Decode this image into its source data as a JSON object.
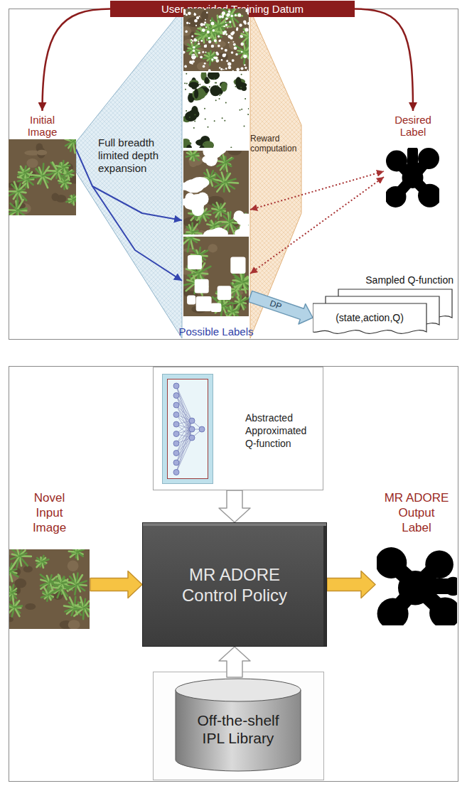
{
  "diagram": {
    "nodes": [
      {
        "text": [
          "User-provided Training Datum"
        ]
      },
      {
        "text": [
          "Initial Image"
        ]
      },
      {
        "text": [
          "Possible Labels"
        ]
      },
      {
        "text": [
          "Desired Label"
        ]
      },
      {
        "text": [
          "Sampled Q-function",
          "(state,action,Q)"
        ]
      },
      {
        "text": [
          "Abstracted Approximated Q-function"
        ]
      },
      {
        "text": [
          "Novel Input Image"
        ]
      },
      {
        "text": [
          "MR ADORE Control Policy"
        ]
      },
      {
        "text": [
          "MR ADORE Output Label"
        ]
      },
      {
        "text": [
          "Off-the-shelf IPL Library"
        ]
      }
    ],
    "edges": [
      {
        "from": 0,
        "to": 1,
        "arrow": "to"
      },
      {
        "from": 0,
        "to": 3,
        "arrow": "to"
      },
      {
        "from": 1,
        "to": 2,
        "arrow": "to"
      },
      {
        "from": 2,
        "to": 3,
        "arrow": "both"
      },
      {
        "from": 2,
        "to": 4,
        "label": "DP",
        "arrow": "to"
      },
      {
        "from": 5,
        "to": 7,
        "arrow": "to"
      },
      {
        "from": 6,
        "to": 7,
        "arrow": "to"
      },
      {
        "from": 7,
        "to": 8,
        "arrow": "to"
      },
      {
        "from": 9,
        "to": 7,
        "arrow": "to"
      }
    ],
    "labels": [
      "Full breadth limited depth expansion",
      "Reward computation"
    ]
  }
}
